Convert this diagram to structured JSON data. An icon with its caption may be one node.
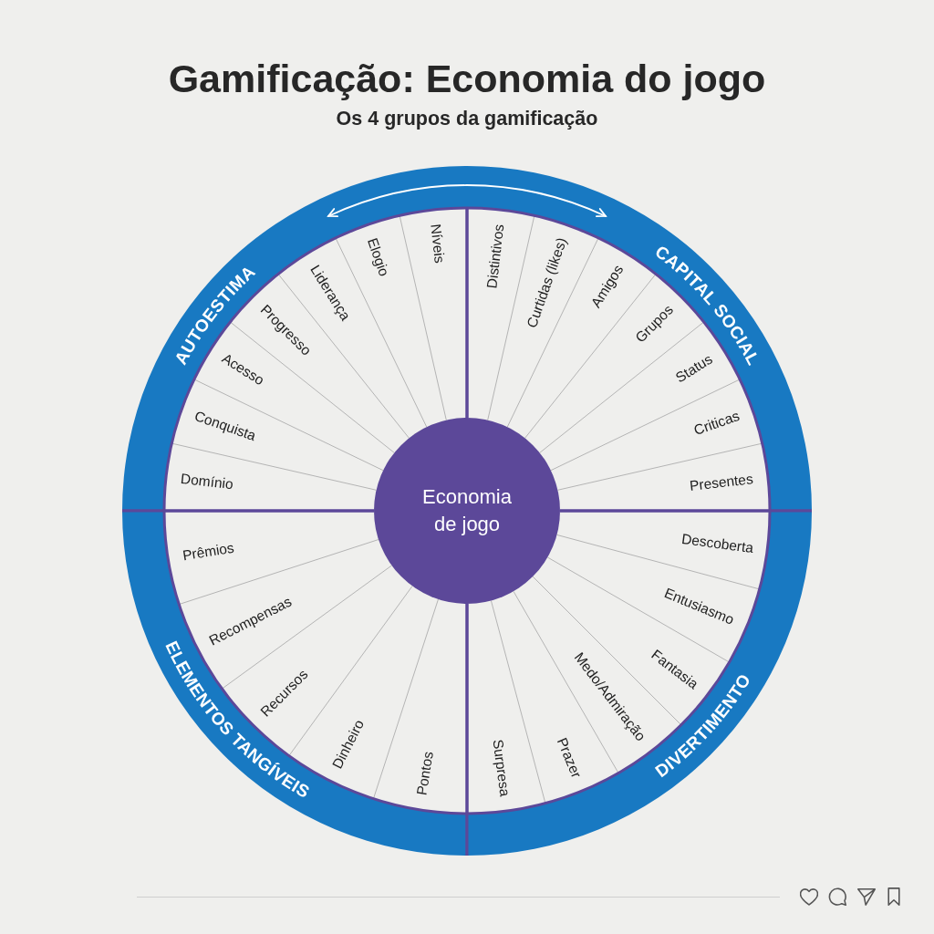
{
  "diagram": {
    "title": "Gamificação: Economia do jogo",
    "nodes": [
      {
        "text": [
          "AUTOESTIMA"
        ]
      },
      {
        "text": [
          "Níveis"
        ],
        "in": 0
      },
      {
        "text": [
          "Elogio"
        ],
        "in": 0
      },
      {
        "text": [
          "Liderança"
        ],
        "in": 0
      },
      {
        "text": [
          "Progresso"
        ],
        "in": 0
      },
      {
        "text": [
          "Acesso"
        ],
        "in": 0
      },
      {
        "text": [
          "Conquista"
        ],
        "in": 0
      },
      {
        "text": [
          "Domínio"
        ],
        "in": 0
      },
      {
        "text": [
          "CAPITAL SOCIAL"
        ]
      },
      {
        "text": [
          "Distintivos"
        ],
        "in": 8
      },
      {
        "text": [
          "Curtidas (likes)"
        ],
        "in": 8
      },
      {
        "text": [
          "Amigos"
        ],
        "in": 8
      },
      {
        "text": [
          "Grupos"
        ],
        "in": 8
      },
      {
        "text": [
          "Status"
        ],
        "in": 8
      },
      {
        "text": [
          "Criticas"
        ],
        "in": 8
      },
      {
        "text": [
          "Presentes"
        ],
        "in": 8
      },
      {
        "text": [
          "Economia de jogo"
        ]
      },
      {
        "text": [
          "ELEMENTOS TANGÍVEIS"
        ]
      },
      {
        "text": [
          "Prêmios"
        ],
        "in": 17
      },
      {
        "text": [
          "Recompensas"
        ],
        "in": 17
      },
      {
        "text": [
          "Recursos"
        ],
        "in": 17
      },
      {
        "text": [
          "Dinheiro"
        ],
        "in": 17
      },
      {
        "text": [
          "Pontos"
        ],
        "in": 17
      },
      {
        "text": [
          "DIVERTIMENTO"
        ]
      },
      {
        "text": [
          "Descoberta"
        ],
        "in": 23
      },
      {
        "text": [
          "Entusiasmo"
        ],
        "in": 23
      },
      {
        "text": [
          "Fantasia"
        ],
        "in": 23
      },
      {
        "text": [
          "Medo/Admiração"
        ],
        "in": 23
      },
      {
        "text": [
          "Prazer"
        ],
        "in": 23
      },
      {
        "text": [
          "Surpresa"
        ],
        "in": 23
      }
    ],
    "edges": [
      {
        "from": 0,
        "to": 8,
        "arrow": "both"
      }
    ],
    "labels": [
      "Os 4 grupos da gamificação"
    ]
  }
}
